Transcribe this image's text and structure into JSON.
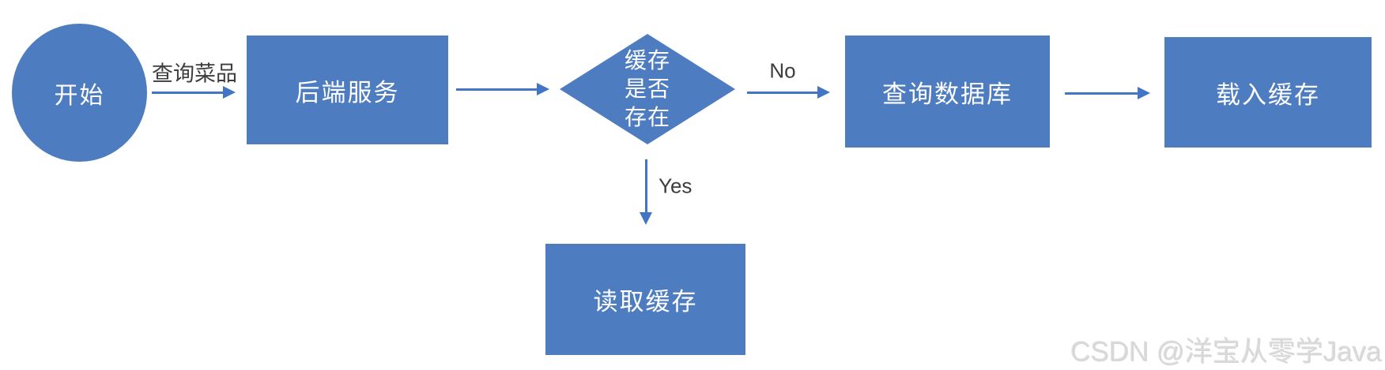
{
  "colors": {
    "shape_fill": "#4E7CC1",
    "arrow": "#4276C5",
    "node_text": "#FFFFFF",
    "edge_label": "#3D3D3D",
    "watermark": "#D8D8D8"
  },
  "flowchart": {
    "nodes": {
      "start": {
        "shape": "circle",
        "label": "开始"
      },
      "backend": {
        "shape": "rect",
        "label": "后端服务"
      },
      "cache_check": {
        "shape": "diamond",
        "label": "缓存是否存在",
        "lines": [
          "缓存",
          "是否",
          "存在"
        ]
      },
      "query_db": {
        "shape": "rect",
        "label": "查询数据库"
      },
      "load_cache": {
        "shape": "rect",
        "label": "载入缓存"
      },
      "read_cache": {
        "shape": "rect",
        "label": "读取缓存"
      }
    },
    "edges": {
      "start_to_backend": {
        "from": "start",
        "to": "backend",
        "label": "查询菜品"
      },
      "backend_to_cache_check": {
        "from": "backend",
        "to": "cache_check",
        "label": ""
      },
      "cache_check_to_query_db": {
        "from": "cache_check",
        "to": "query_db",
        "label": "No"
      },
      "query_db_to_load_cache": {
        "from": "query_db",
        "to": "load_cache",
        "label": ""
      },
      "cache_check_to_read_cache": {
        "from": "cache_check",
        "to": "read_cache",
        "label": "Yes"
      }
    }
  },
  "watermark": {
    "text": "CSDN @洋宝从零学Java"
  }
}
